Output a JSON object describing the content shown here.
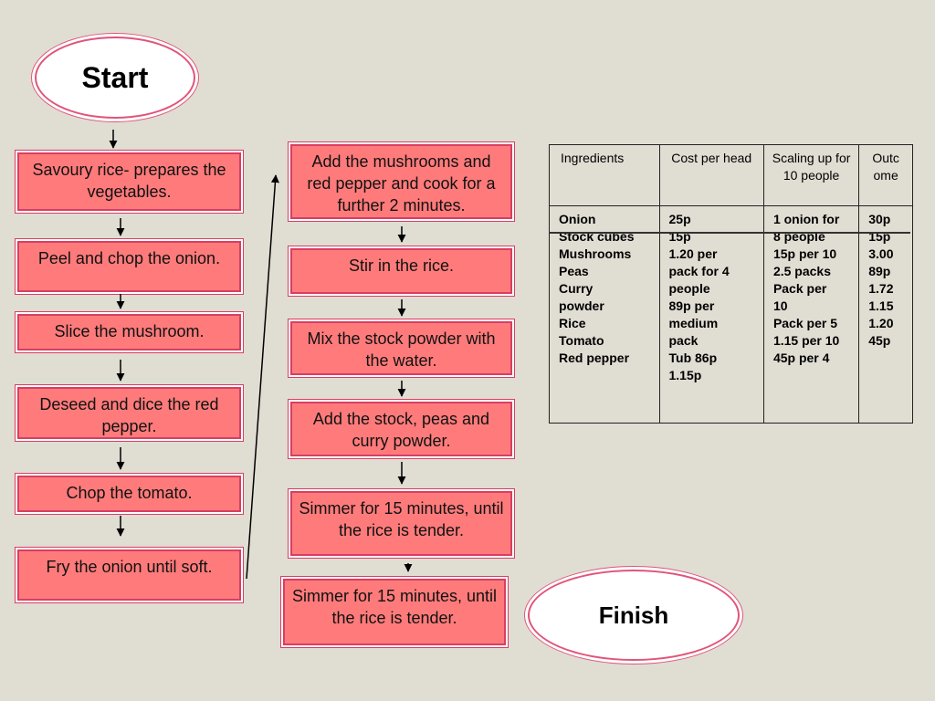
{
  "start_label": "Start",
  "finish_label": "Finish",
  "left_steps": [
    "Savoury rice- prepares the vegetables.",
    "Peel and chop the onion.",
    "Slice the mushroom.",
    "Deseed and dice the red pepper.",
    "Chop the tomato.",
    "Fry the onion until soft."
  ],
  "right_steps": [
    "Add the mushrooms and red pepper and cook for a further 2 minutes.",
    "Stir in the rice.",
    "Mix the stock powder with the water.",
    "Add the stock, peas and curry powder.",
    "Simmer for 15 minutes, until the rice is tender.",
    "Simmer for 15 minutes, until the rice is tender."
  ],
  "table": {
    "headers": [
      "Ingredients",
      "Cost per head",
      "Scaling up for 10 people",
      "Outc ome"
    ],
    "columns": [
      [
        "Onion",
        "Stock cubes",
        "Mushrooms",
        "Peas",
        "Curry",
        "powder",
        "Rice",
        "Tomato",
        "Red pepper"
      ],
      [
        "25p",
        "15p",
        "1.20 per",
        "pack for 4",
        "people",
        "89p per",
        "medium",
        "pack",
        "Tub 86p",
        "1.15p"
      ],
      [
        "1 onion for",
        "8 people",
        "15p per 10",
        "2.5 packs",
        "Pack per",
        "10",
        "Pack per 5",
        "1.15 per 10",
        "45p per 4"
      ],
      [
        "30p",
        "15p",
        "3.00",
        "89p",
        "1.72",
        "1.15",
        "1.20",
        "45p"
      ]
    ]
  },
  "colors": {
    "box_fill": "#ff7b7b",
    "box_border": "#d83e62",
    "oval_border": "#e0547a",
    "background": "#e0ddd3"
  }
}
